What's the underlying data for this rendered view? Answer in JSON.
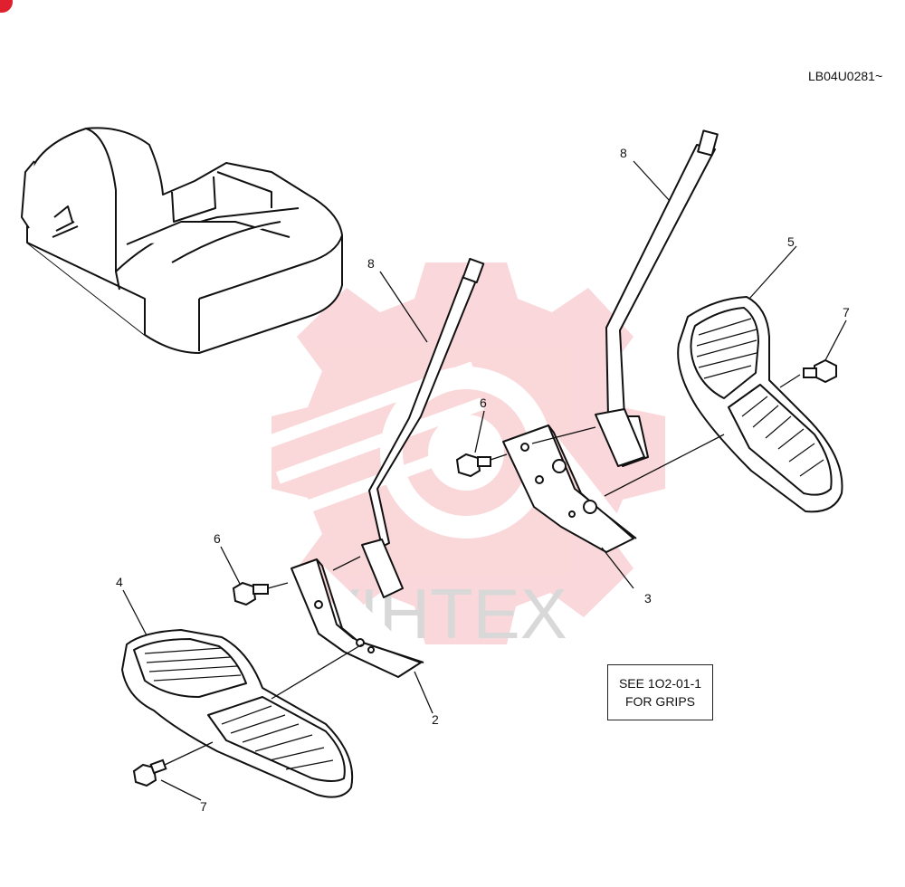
{
  "drawing_code": "LB04U0281~",
  "note": {
    "line1": "SEE 1O2-01-1",
    "line2": "FOR GRIPS"
  },
  "watermark": {
    "text": "VIHTEX",
    "color": "#f4a9ae"
  },
  "corner_mark_color": "#e0202e",
  "callouts": {
    "c8_left": "8",
    "c8_right": "8",
    "c5": "5",
    "c7_right": "7",
    "c6_upper": "6",
    "c3": "3",
    "c6_lower": "6",
    "c4": "4",
    "c2": "2",
    "c7_lower": "7"
  }
}
